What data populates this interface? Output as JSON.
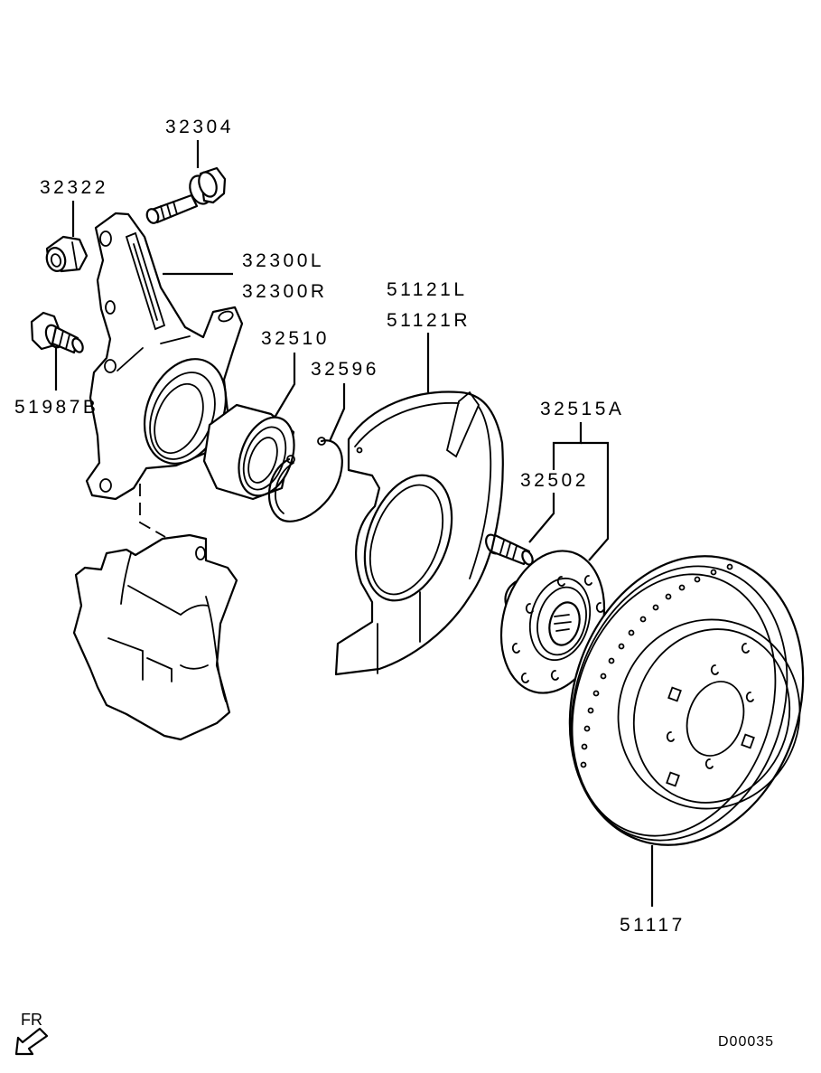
{
  "diagram": {
    "title": "Front axle hub, knuckle and brake disc exploded view",
    "drawing_code": "D00035",
    "direction_indicator": "FR",
    "parts": [
      {
        "id": "bolt",
        "label": "32304",
        "description": "knuckle bolt"
      },
      {
        "id": "nut",
        "label": "32322",
        "description": "flange nut"
      },
      {
        "id": "knuckle",
        "label_lines": [
          "32300L",
          "32300R"
        ],
        "description": "steering knuckle L/R"
      },
      {
        "id": "caliper-bolt",
        "label": "51987B",
        "description": "caliper mounting bolt"
      },
      {
        "id": "bearing",
        "label": "32510",
        "description": "wheel bearing"
      },
      {
        "id": "snap-ring",
        "label": "32596",
        "description": "snap ring"
      },
      {
        "id": "dust-shield",
        "label_lines": [
          "51121L",
          "51121R"
        ],
        "description": "brake disc dust shield L/R"
      },
      {
        "id": "hub-assy",
        "label": "32515A",
        "description": "front hub assembly"
      },
      {
        "id": "hub-bolt",
        "label": "32502",
        "description": "hub bolt"
      },
      {
        "id": "disc",
        "label": "51117",
        "description": "brake disc"
      }
    ]
  }
}
